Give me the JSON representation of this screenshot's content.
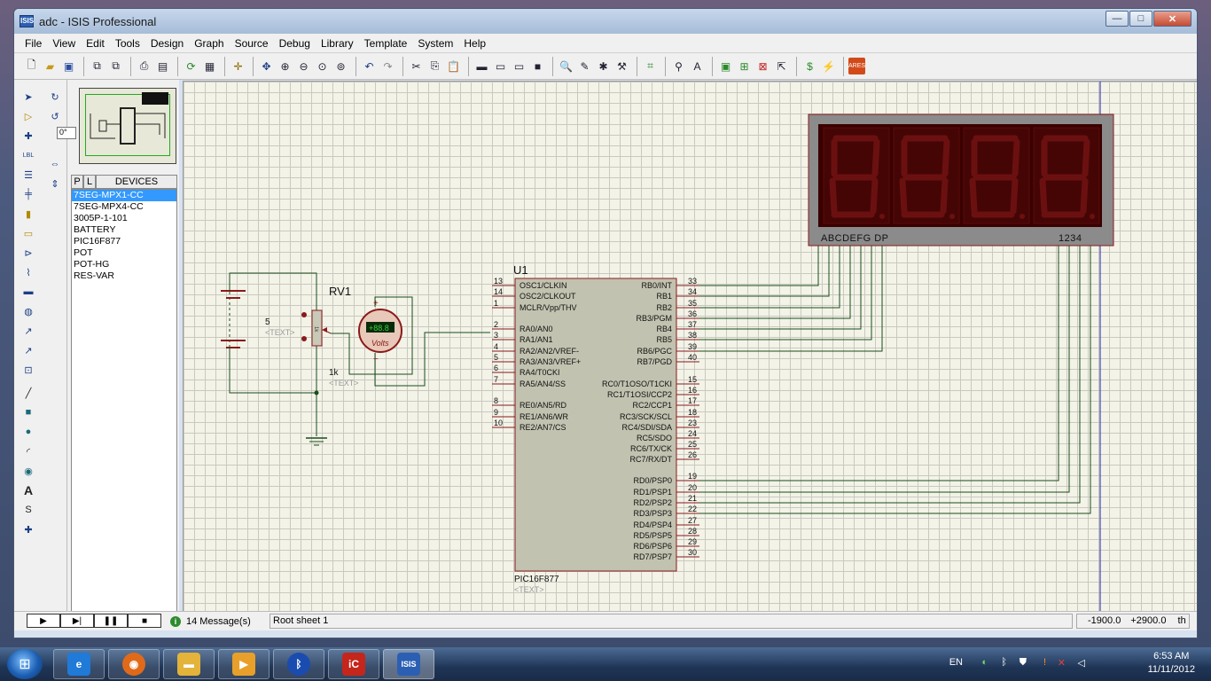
{
  "window": {
    "title": "adc - ISIS Professional",
    "app_icon": "ISIS",
    "minimize": "—",
    "maximize": "□",
    "close": "✕"
  },
  "menu": [
    "File",
    "View",
    "Edit",
    "Tools",
    "Design",
    "Graph",
    "Source",
    "Debug",
    "Library",
    "Template",
    "System",
    "Help"
  ],
  "panel": {
    "rotation": "0°",
    "tab_p": "P",
    "tab_l": "L",
    "devices_header": "DEVICES",
    "devices": [
      "7SEG-MPX1-CC",
      "7SEG-MPX4-CC",
      "3005P-1-101",
      "BATTERY",
      "PIC16F877",
      "POT",
      "POT-HG",
      "RES-VAR"
    ],
    "selected_index": 0
  },
  "schematic": {
    "chip_ref": "U1",
    "chip_name": "PIC16F877",
    "chip_text": "<TEXT>",
    "left_pins": [
      {
        "num": "13",
        "name": "OSC1/CLKIN"
      },
      {
        "num": "14",
        "name": "OSC2/CLKOUT"
      },
      {
        "num": "1",
        "name": "MCLR/Vpp/THV"
      },
      {
        "num": "2",
        "name": "RA0/AN0"
      },
      {
        "num": "3",
        "name": "RA1/AN1"
      },
      {
        "num": "4",
        "name": "RA2/AN2/VREF-"
      },
      {
        "num": "5",
        "name": "RA3/AN3/VREF+"
      },
      {
        "num": "6",
        "name": "RA4/T0CKI"
      },
      {
        "num": "7",
        "name": "RA5/AN4/SS"
      },
      {
        "num": "8",
        "name": "RE0/AN5/RD"
      },
      {
        "num": "9",
        "name": "RE1/AN6/WR"
      },
      {
        "num": "10",
        "name": "RE2/AN7/CS"
      }
    ],
    "right_pins": [
      {
        "num": "33",
        "name": "RB0/INT"
      },
      {
        "num": "34",
        "name": "RB1"
      },
      {
        "num": "35",
        "name": "RB2"
      },
      {
        "num": "36",
        "name": "RB3/PGM"
      },
      {
        "num": "37",
        "name": "RB4"
      },
      {
        "num": "38",
        "name": "RB5"
      },
      {
        "num": "39",
        "name": "RB6/PGC"
      },
      {
        "num": "40",
        "name": "RB7/PGD"
      },
      {
        "num": "15",
        "name": "RC0/T1OSO/T1CKI"
      },
      {
        "num": "16",
        "name": "RC1/T1OSI/CCP2"
      },
      {
        "num": "17",
        "name": "RC2/CCP1"
      },
      {
        "num": "18",
        "name": "RC3/SCK/SCL"
      },
      {
        "num": "23",
        "name": "RC4/SDI/SDA"
      },
      {
        "num": "24",
        "name": "RC5/SDO"
      },
      {
        "num": "25",
        "name": "RC6/TX/CK"
      },
      {
        "num": "26",
        "name": "RC7/RX/DT"
      },
      {
        "num": "19",
        "name": "RD0/PSP0"
      },
      {
        "num": "20",
        "name": "RD1/PSP1"
      },
      {
        "num": "21",
        "name": "RD2/PSP2"
      },
      {
        "num": "22",
        "name": "RD3/PSP3"
      },
      {
        "num": "27",
        "name": "RD4/PSP4"
      },
      {
        "num": "28",
        "name": "RD5/PSP5"
      },
      {
        "num": "29",
        "name": "RD6/PSP6"
      },
      {
        "num": "30",
        "name": "RD7/PSP7"
      }
    ],
    "pot_ref": "RV1",
    "pot_value": "1k",
    "pot_text": "<TEXT>",
    "pot_body": "1k",
    "battery_value": "5",
    "battery_text": "<TEXT>",
    "voltmeter_label": "Volts",
    "voltmeter_reading": "+88.8",
    "display_segments_label": "ABCDEFG  DP",
    "display_digits_label": "1234"
  },
  "status": {
    "messages": "14 Message(s)",
    "sheet": "Root sheet 1",
    "x": "-1900.0",
    "y": "+2900.0",
    "unit": "th"
  },
  "taskbar": {
    "language": "EN",
    "time": "6:53 AM",
    "date": "11/11/2012"
  },
  "colors": {
    "wire": "#1a4d1a",
    "chip_border": "#8a1a1a",
    "chip_fill": "#c2c2b0",
    "seg_bg": "#3a0000",
    "seg_lit": "#5a0a0a"
  }
}
